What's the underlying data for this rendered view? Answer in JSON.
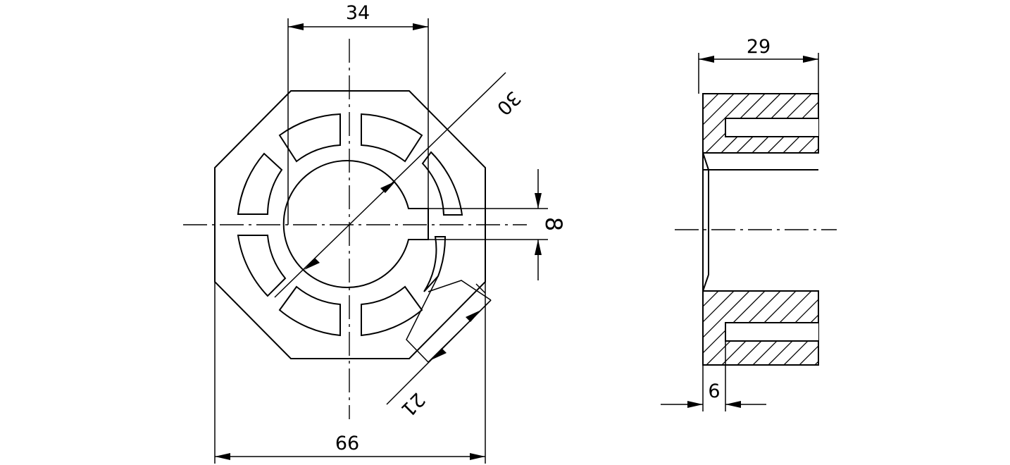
{
  "front_view": {
    "dimensions": {
      "top_width": "34",
      "diameter": "30",
      "slot_width": "8",
      "flat_length": "21",
      "overall_width": "66"
    }
  },
  "side_view": {
    "dimensions": {
      "length": "29",
      "groove_offset": "6"
    }
  },
  "colors": {
    "line": "#000000",
    "background": "#ffffff"
  }
}
